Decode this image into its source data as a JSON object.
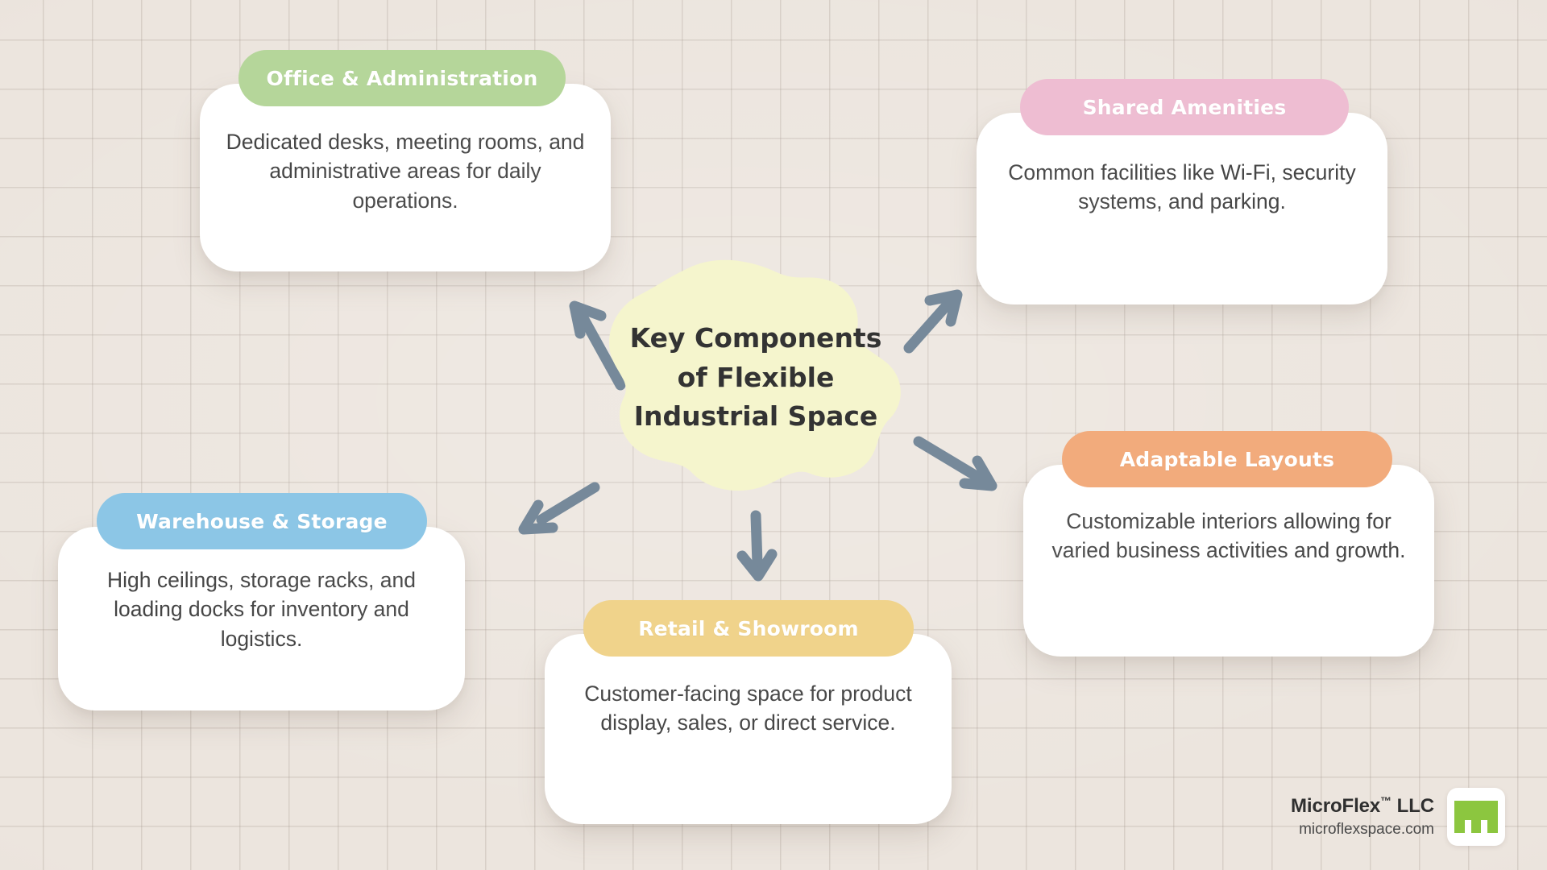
{
  "center": {
    "lines": [
      "Key Components",
      "of Flexible",
      "Industrial Space"
    ],
    "fill": "#f5f5cd"
  },
  "cards": [
    {
      "id": "office-administration",
      "title": "Office & Administration",
      "body": "Dedicated desks, meeting rooms, and administrative areas for daily operations.",
      "color": "#b5d69a"
    },
    {
      "id": "shared-amenities",
      "title": "Shared Amenities",
      "body": "Common facilities like Wi-Fi, security systems, and parking.",
      "color": "#eebdd2"
    },
    {
      "id": "warehouse-storage",
      "title": "Warehouse & Storage",
      "body": "High ceilings, storage racks, and loading docks for inventory and logistics.",
      "color": "#8cc6e6"
    },
    {
      "id": "retail-showroom",
      "title": "Retail & Showroom",
      "body": "Customer-facing space for product display, sales, or direct service.",
      "color": "#f0d38b"
    },
    {
      "id": "adaptable-layouts",
      "title": "Adaptable Layouts",
      "body": "Customizable interiors allowing for varied business activities and growth.",
      "color": "#f2ab7c"
    }
  ],
  "arrows": {
    "color": "#76899a",
    "count": 5,
    "directions": [
      "up-left",
      "up-right",
      "down-right",
      "down-left",
      "down"
    ]
  },
  "brand": {
    "name": "MicroFlex",
    "trademark": "™",
    "suffix": " LLC",
    "url": "microflexspace.com",
    "logo_color": "#8cc63f"
  }
}
